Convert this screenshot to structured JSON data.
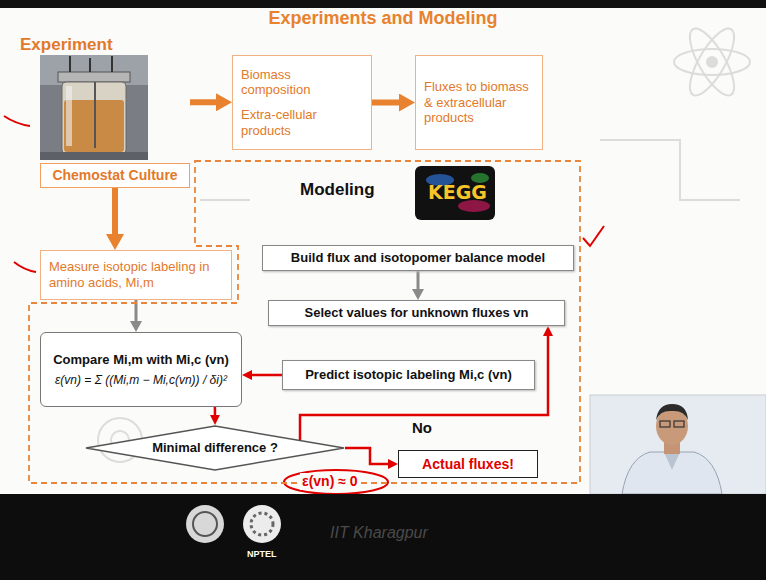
{
  "diagram": {
    "title": "Experiments and Modeling",
    "nodes": [
      {
        "text": [
          "Chemostat Culture"
        ]
      },
      {
        "text": [
          "Biomass composition",
          "Extra-cellular products"
        ]
      },
      {
        "text": [
          "Fluxes to biomass & extracellular products"
        ]
      },
      {
        "text": [
          "Modeling"
        ]
      },
      {
        "text": [
          "Build flux and isotopomer balance model"
        ],
        "in": 3
      },
      {
        "text": [
          "Select values for unknown fluxes vn"
        ],
        "in": 3
      },
      {
        "text": [
          "Measure isotopic labeling in amino acids, Mi,m"
        ]
      },
      {
        "text": [
          "Compare Mi,m with Mi,c (vn)",
          "ε(vn) = Σ ((Mi,m − Mi,c(vn)) / δi)²"
        ],
        "in": 3
      },
      {
        "text": [
          "Predict isotopic labeling Mi,c (vn)"
        ],
        "in": 3
      },
      {
        "text": [
          "Minimal difference ?"
        ],
        "in": 3
      },
      {
        "text": [
          "Actual fluxes!"
        ],
        "in": 3
      }
    ],
    "edges": [
      {
        "from": 0,
        "to": 1,
        "arrow": "to"
      },
      {
        "from": 1,
        "to": 2,
        "arrow": "to"
      },
      {
        "from": 0,
        "to": 6,
        "arrow": "to"
      },
      {
        "from": 4,
        "to": 5,
        "arrow": "to"
      },
      {
        "from": 6,
        "to": 7,
        "arrow": "to"
      },
      {
        "from": 8,
        "to": 7,
        "arrow": "to"
      },
      {
        "from": 7,
        "to": 9,
        "arrow": "to"
      },
      {
        "from": 9,
        "to": 5,
        "label": "No",
        "arrow": "to"
      },
      {
        "from": 9,
        "to": 10,
        "arrow": "to"
      }
    ],
    "labels": [
      "Experiment",
      "KEGG",
      "ε(vn) ≈ 0",
      "IIT Kharagpur",
      "NPTEL"
    ]
  }
}
